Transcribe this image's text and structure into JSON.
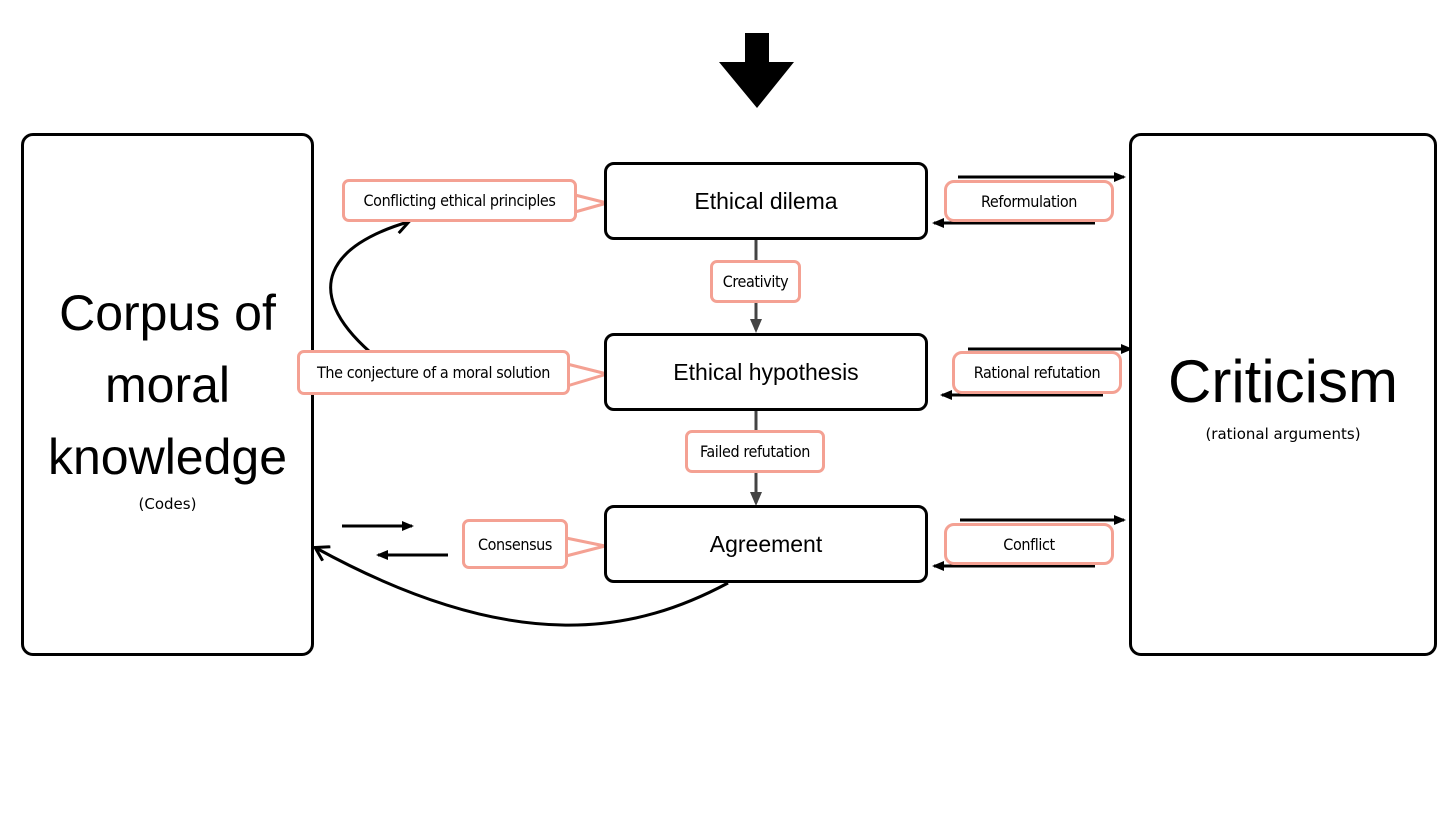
{
  "corpus": {
    "title": "Corpus of moral knowledge",
    "subtitle": "(Codes)"
  },
  "criticism": {
    "title": "Criticism",
    "subtitle": "(rational arguments)"
  },
  "stages": {
    "dilemma": "Ethical dilema",
    "hypothesis": "Ethical hypothesis",
    "agreement": "Agreement"
  },
  "tags": {
    "conflicting": "Conflicting ethical principles",
    "conjecture": "The conjecture of a moral solution",
    "consensus": "Consensus",
    "creativity": "Creativity",
    "failed_refutation": "Failed refutation",
    "reformulation": "Reformulation",
    "rational_refutation": "Rational refutation",
    "conflict": "Conflict"
  },
  "colors": {
    "tag_border": "#f4a193",
    "stroke": "#000000",
    "connector": "#444444"
  },
  "icons": {
    "entry": "down-arrow-icon"
  }
}
